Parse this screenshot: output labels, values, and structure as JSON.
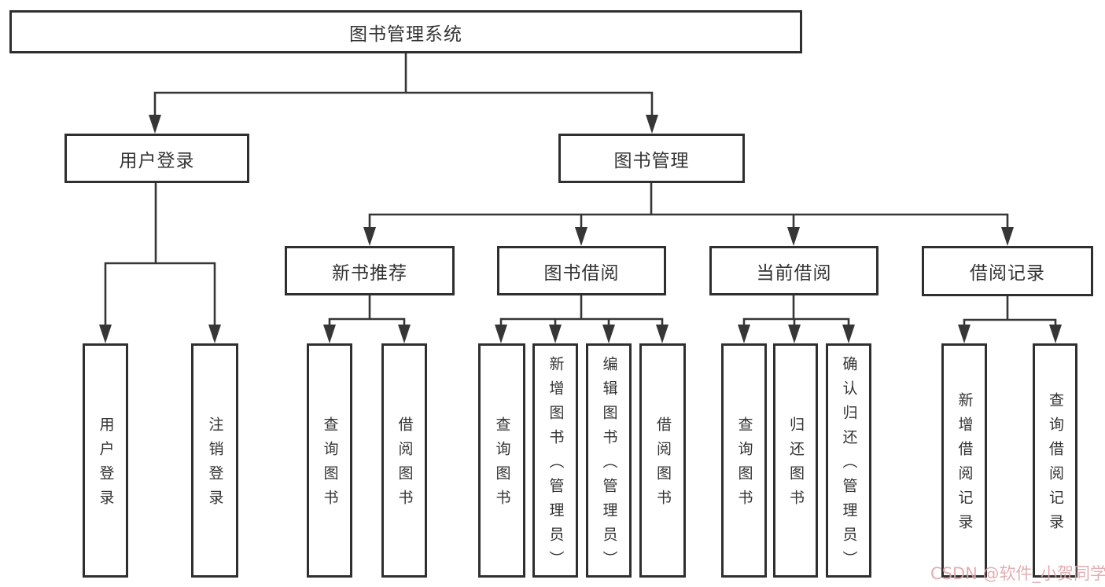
{
  "nodes": {
    "root": {
      "label": "图书管理系统"
    },
    "level2": [
      {
        "label": "用户登录"
      },
      {
        "label": "图书管理"
      }
    ],
    "level3": [
      {
        "label": "新书推荐"
      },
      {
        "label": "图书借阅"
      },
      {
        "label": "当前借阅"
      },
      {
        "label": "借阅记录"
      }
    ],
    "leaves": [
      {
        "label": "用户登录"
      },
      {
        "label": "注销登录"
      },
      {
        "label": "查询图书"
      },
      {
        "label": "借阅图书"
      },
      {
        "label": "查询图书"
      },
      {
        "label": "新增图书（管理员）"
      },
      {
        "label": "编辑图书（管理员）"
      },
      {
        "label": "借阅图书"
      },
      {
        "label": "查询图书"
      },
      {
        "label": "归还图书"
      },
      {
        "label": "确认归还（管理员）"
      },
      {
        "label": "新增借阅记录"
      },
      {
        "label": "查询借阅记录"
      }
    ]
  },
  "watermark": {
    "text": "CSDN @软件_小贺同学"
  },
  "colors": {
    "border": "#2f2f2f",
    "line": "#363636",
    "text": "#333333",
    "watermark": "#e0a6aa",
    "background": "#ffffff"
  }
}
